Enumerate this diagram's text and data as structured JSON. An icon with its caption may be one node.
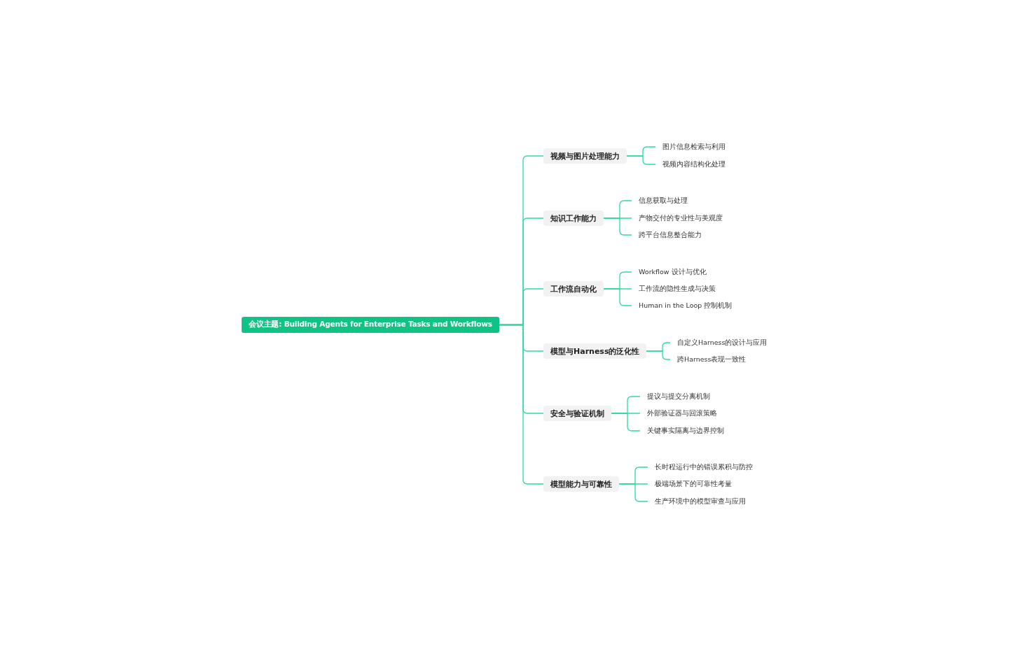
{
  "diagram": {
    "nodes": [
      {
        "text": [
          "会议主题: Building Agents for Enterprise Tasks and Workflows"
        ]
      },
      {
        "text": [
          "视频与图片处理能力"
        ]
      },
      {
        "text": [
          "图片信息检索与利用"
        ]
      },
      {
        "text": [
          "视频内容结构化处理"
        ]
      },
      {
        "text": [
          "知识工作能力"
        ]
      },
      {
        "text": [
          "信息获取与处理"
        ]
      },
      {
        "text": [
          "产物交付的专业性与美观度"
        ]
      },
      {
        "text": [
          "跨平台信息整合能力"
        ]
      },
      {
        "text": [
          "工作流自动化"
        ]
      },
      {
        "text": [
          "Workflow 设计与优化"
        ]
      },
      {
        "text": [
          "工作流的隐性生成与决策"
        ]
      },
      {
        "text": [
          "Human in the Loop 控制机制"
        ]
      },
      {
        "text": [
          "模型与Harness的泛化性"
        ]
      },
      {
        "text": [
          "自定义Harness的设计与应用"
        ]
      },
      {
        "text": [
          "跨Harness表现一致性"
        ]
      },
      {
        "text": [
          "安全与验证机制"
        ]
      },
      {
        "text": [
          "提议与提交分离机制"
        ]
      },
      {
        "text": [
          "外部验证器与回滚策略"
        ]
      },
      {
        "text": [
          "关键事实隔离与边界控制"
        ]
      },
      {
        "text": [
          "模型能力与可靠性"
        ]
      },
      {
        "text": [
          "长时程运行中的错误累积与防控"
        ]
      },
      {
        "text": [
          "极端场景下的可靠性考量"
        ]
      },
      {
        "text": [
          "生产环境中的模型审查与应用"
        ]
      }
    ],
    "edges": [
      {
        "from": 0,
        "to": 1,
        "arrow": "none"
      },
      {
        "from": 0,
        "to": 4,
        "arrow": "none"
      },
      {
        "from": 0,
        "to": 8,
        "arrow": "none"
      },
      {
        "from": 0,
        "to": 12,
        "arrow": "none"
      },
      {
        "from": 0,
        "to": 15,
        "arrow": "none"
      },
      {
        "from": 0,
        "to": 19,
        "arrow": "none"
      },
      {
        "from": 1,
        "to": 2,
        "arrow": "none"
      },
      {
        "from": 1,
        "to": 3,
        "arrow": "none"
      },
      {
        "from": 4,
        "to": 5,
        "arrow": "none"
      },
      {
        "from": 4,
        "to": 6,
        "arrow": "none"
      },
      {
        "from": 4,
        "to": 7,
        "arrow": "none"
      },
      {
        "from": 8,
        "to": 9,
        "arrow": "none"
      },
      {
        "from": 8,
        "to": 10,
        "arrow": "none"
      },
      {
        "from": 8,
        "to": 11,
        "arrow": "none"
      },
      {
        "from": 12,
        "to": 13,
        "arrow": "none"
      },
      {
        "from": 12,
        "to": 14,
        "arrow": "none"
      },
      {
        "from": 15,
        "to": 16,
        "arrow": "none"
      },
      {
        "from": 15,
        "to": 17,
        "arrow": "none"
      },
      {
        "from": 15,
        "to": 18,
        "arrow": "none"
      },
      {
        "from": 19,
        "to": 20,
        "arrow": "none"
      },
      {
        "from": 19,
        "to": 21,
        "arrow": "none"
      },
      {
        "from": 19,
        "to": 22,
        "arrow": "none"
      }
    ]
  }
}
